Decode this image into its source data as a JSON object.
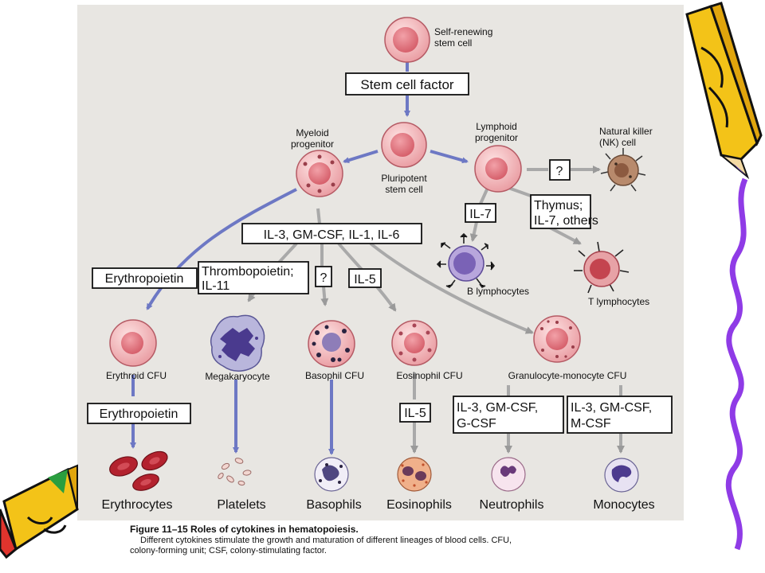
{
  "colors": {
    "panel_bg": "#e8e6e2",
    "arrow_blue": "#6d78c4",
    "arrow_gray": "#a9a9a9",
    "cell_pink": "#f2b6b8",
    "nucleus_pink": "#e47d86",
    "box_stroke": "#111111",
    "b_cell_purple": "#9a86c8",
    "nk_brown": "#a6755a",
    "rbc_red": "#b3222e",
    "side_squiggle": "#8f3be6",
    "pencil_yellow": "#f3c318",
    "pencil_red": "#e0342d"
  },
  "cells": {
    "stem_self": [
      "Self-renewing",
      "stem cell"
    ],
    "myeloid": [
      "Myeloid",
      "progenitor"
    ],
    "pluripotent": [
      "Pluripotent",
      "stem cell"
    ],
    "lymphoid": [
      "Lymphoid",
      "progenitor"
    ],
    "nk": [
      "Natural killer",
      "(NK) cell"
    ],
    "b_lymph": "B lymphocytes",
    "t_lymph": "T lymphocytes",
    "erythroid_cfu": "Erythroid CFU",
    "megakaryocyte": "Megakaryocyte",
    "basophil_cfu": "Basophil CFU",
    "eosinophil_cfu": "Eosinophil CFU",
    "gm_cfu": "Granulocyte-monocyte CFU"
  },
  "final_cells": {
    "erythrocytes": "Erythrocytes",
    "platelets": "Platelets",
    "basophils": "Basophils",
    "eosinophils": "Eosinophils",
    "neutrophils": "Neutrophils",
    "monocytes": "Monocytes"
  },
  "boxes": {
    "scf": "Stem cell factor",
    "q_nk": "?",
    "il7": "IL-7",
    "thymus": [
      "Thymus;",
      "IL-7, others"
    ],
    "il_mix": "IL-3, GM-CSF, IL-1, IL-6",
    "epo1": "Erythropoietin",
    "tpo": [
      "Thrombopoietin;",
      "IL-11"
    ],
    "q_baso": "?",
    "il5a": "IL-5",
    "epo2": "Erythropoietin",
    "il5b": "IL-5",
    "g_csf": [
      "IL-3, GM-CSF,",
      "G-CSF"
    ],
    "m_csf": [
      "IL-3, GM-CSF,",
      "M-CSF"
    ]
  },
  "caption": {
    "title": "Figure 11–15  Roles of cytokines in hematopoiesis.",
    "line1": "Different cytokines stimulate the growth and maturation of different lineages of blood cells. CFU,",
    "line2": "colony-forming unit; CSF, colony-stimulating factor."
  }
}
